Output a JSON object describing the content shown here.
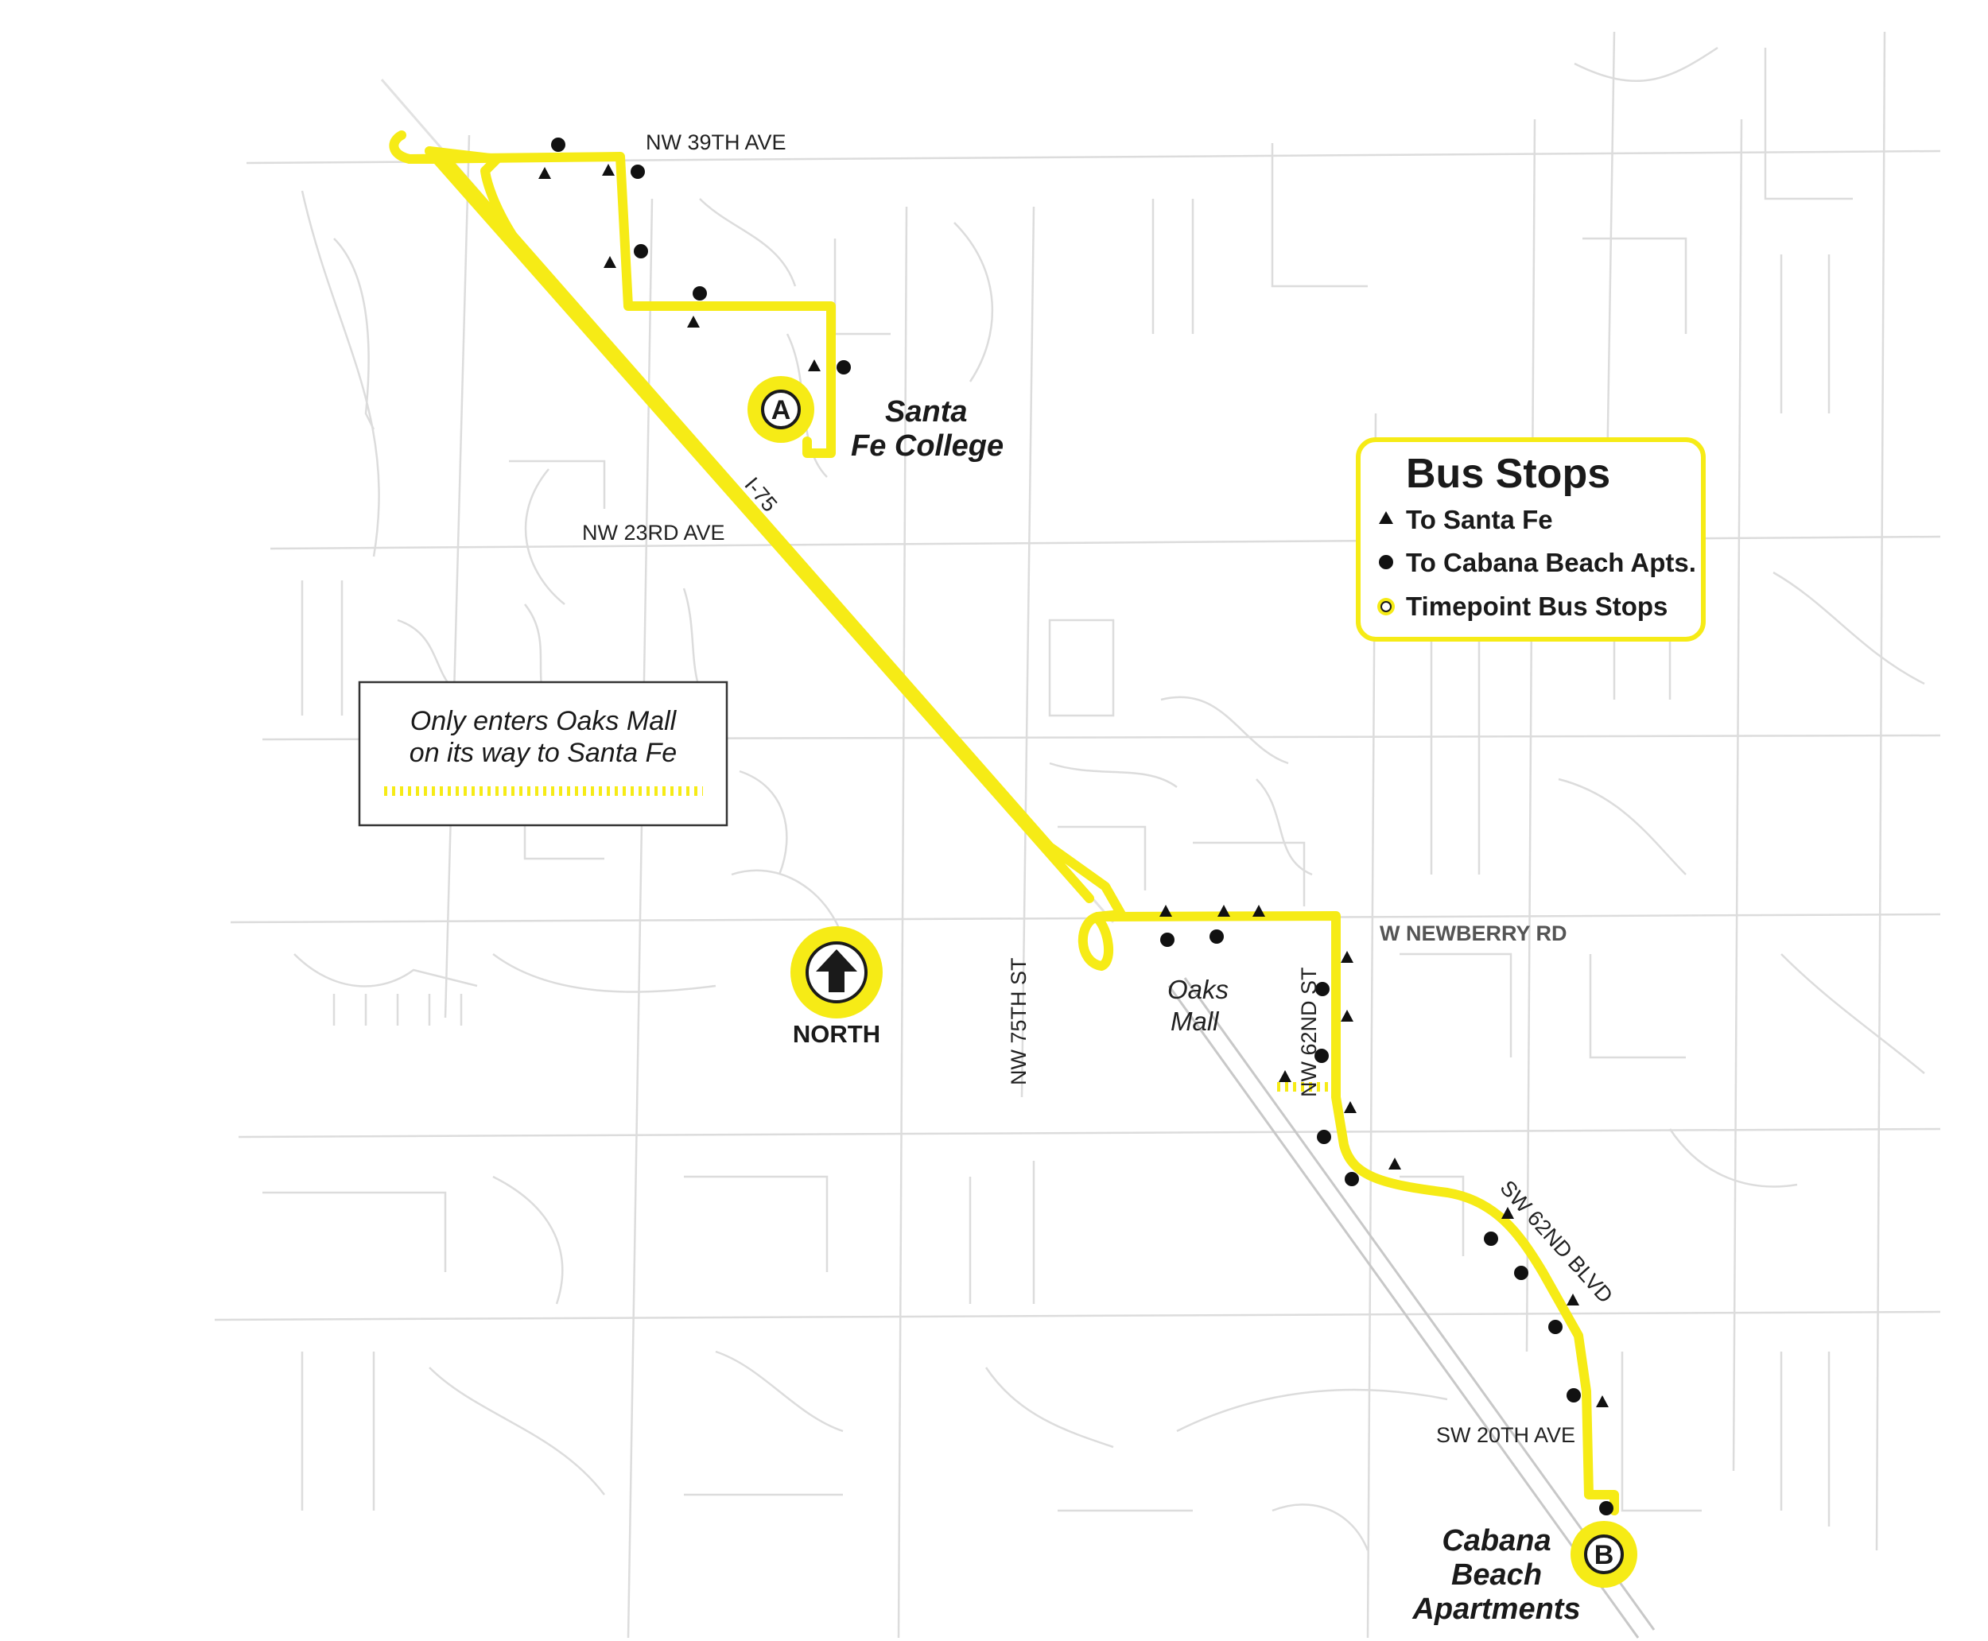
{
  "colors": {
    "route": "#f6eb16",
    "stop": "#111111",
    "street": "#dcdcdc",
    "legend_border": "#f6eb16"
  },
  "streets": {
    "nw_39th_ave": "NW 39TH AVE",
    "nw_23rd_ave": "NW 23RD AVE",
    "i_75": "I-75",
    "w_newberry_rd": "W NEWBERRY RD",
    "nw_75th_st": "NW 75TH ST",
    "nw_62nd_st": "NW 62ND ST",
    "sw_62nd_blvd": "SW 62ND BLVD",
    "sw_20th_ave": "SW 20TH AVE"
  },
  "places": {
    "santa_fe_line1": "Santa",
    "santa_fe_line2": "Fe College",
    "oaks_line1": "Oaks",
    "oaks_line2": "Mall",
    "cabana_line1": "Cabana",
    "cabana_line2": "Beach",
    "cabana_line3": "Apartments"
  },
  "timepoints": {
    "a": "A",
    "b": "B"
  },
  "north_arrow": {
    "label": "NORTH",
    "icon": "north-arrow-icon"
  },
  "legend": {
    "title": "Bus Stops",
    "to_santa_fe": "To Santa Fe",
    "to_cabana": "To Cabana Beach Apts.",
    "timepoint": "Timepoint Bus Stops",
    "icons": [
      "triangle-stop-icon",
      "circle-stop-icon",
      "timepoint-icon"
    ]
  },
  "note": {
    "line1": "Only enters Oaks Mall",
    "line2": "on its way to Santa Fe"
  }
}
